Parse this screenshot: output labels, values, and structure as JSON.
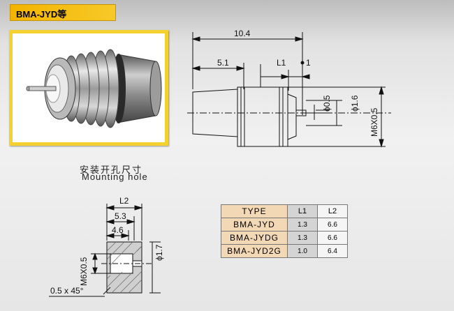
{
  "title": "BMA-JYD等",
  "caption": {
    "cn": "安装开孔尺寸",
    "en": "Mounting hole"
  },
  "dims_top": {
    "overall": "10.4",
    "left": "5.1",
    "l1": "L1",
    "pin": "1",
    "phi_small": "ϕ0.5",
    "phi_large": "ϕ1.6",
    "thread": "M6X0.5"
  },
  "dims_hole": {
    "l2": "L2",
    "depth1": "5.3",
    "depth2": "4.6",
    "thread": "M6X0.5",
    "phi": "ϕ1.7",
    "chamfer": "0.5 x 45°"
  },
  "table": {
    "headers": [
      "TYPE",
      "L1",
      "L2"
    ],
    "rows": [
      {
        "type": "BMA-JYD",
        "l1": "1.3",
        "l2": "6.6"
      },
      {
        "type": "BMA-JYDG",
        "l1": "1.3",
        "l2": "6.6"
      },
      {
        "type": "BMA-JYD2G",
        "l1": "1.0",
        "l2": "6.4"
      }
    ]
  }
}
